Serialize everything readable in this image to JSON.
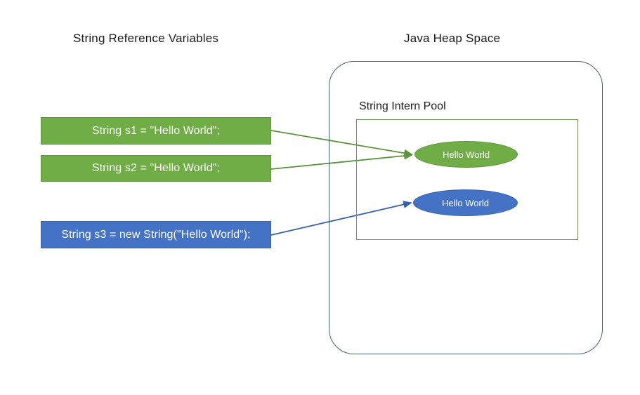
{
  "headings": {
    "left": "String Reference  Variables",
    "right": "Java Heap Space"
  },
  "colors": {
    "green": "#70AD47",
    "blue": "#4472C4",
    "heap_outline": "#44626E",
    "pool_outline": "#70934F",
    "text_dark": "#1A1A1A",
    "text_light": "#FFFFFF",
    "background": "#FFFFFF"
  },
  "reference_variables": [
    {
      "id": "s1",
      "code": "String s1 = \"Hello World\";",
      "color": "green"
    },
    {
      "id": "s2",
      "code": "String s2 = \"Hello World\";",
      "color": "green"
    },
    {
      "id": "s3",
      "code": "String s3 = new String(\"Hello World“);",
      "color": "blue"
    }
  ],
  "heap": {
    "pool_label": "String Intern Pool",
    "objects": [
      {
        "id": "interned",
        "label": "Hello World",
        "color": "green",
        "location": "intern-pool"
      },
      {
        "id": "new-object",
        "label": "Hello World",
        "color": "blue",
        "location": "intern-pool"
      }
    ]
  },
  "arrows": [
    {
      "from": "s1",
      "to": "interned",
      "color": "#70AD47"
    },
    {
      "from": "s2",
      "to": "interned",
      "color": "#70AD47"
    },
    {
      "from": "s3",
      "to": "new-object",
      "color": "#4472C4"
    }
  ]
}
